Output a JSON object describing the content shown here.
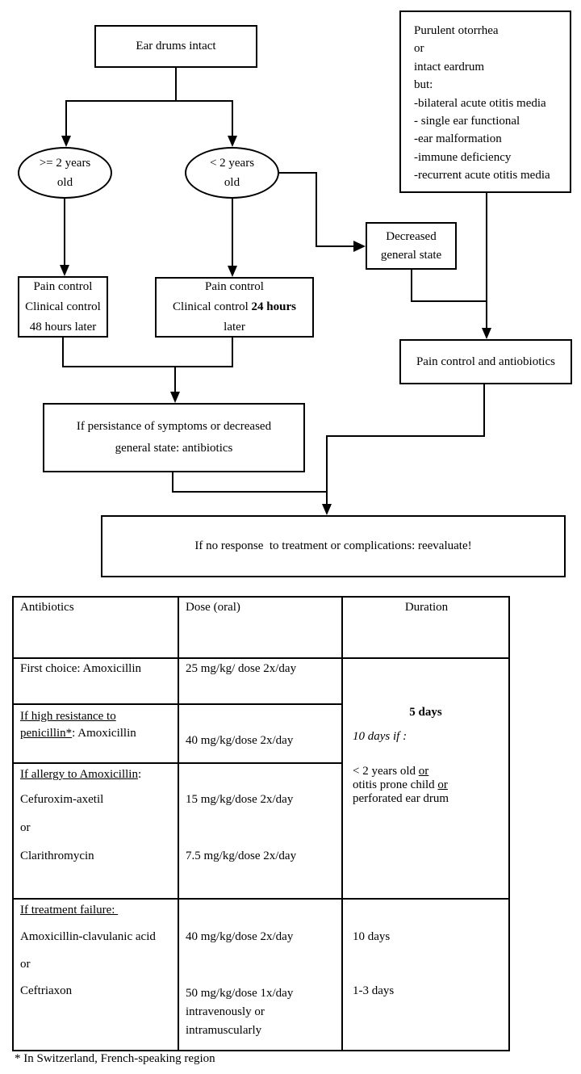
{
  "flowchart": {
    "ear_drums": "Ear drums intact",
    "purulent": {
      "lines": [
        "Purulent otorrhea",
        "or",
        "intact eardrum",
        "but:",
        "-bilateral acute otitis media",
        "- single ear functional",
        "-ear malformation",
        "-immune deficiency",
        "-recurrent acute otitis media"
      ]
    },
    "ellipse_ge2": {
      "line1": ">= 2 years",
      "line2": "old"
    },
    "ellipse_lt2": {
      "line1": "< 2 years",
      "line2": "old"
    },
    "decreased": {
      "line1": "Decreased",
      "line2": "general state"
    },
    "pain48": {
      "line1": "Pain control",
      "line2": "Clinical control",
      "line3": "48 hours later"
    },
    "pain24": {
      "line1": "Pain control",
      "line2_prefix": "Clinical control ",
      "line2_bold": "24 hours",
      "line3": "later"
    },
    "pain_antibiotics": "Pain control and antiobiotics",
    "persistance": {
      "line1": "If persistance of symptoms or decreased",
      "line2": "general state: antibiotics"
    },
    "reevaluate": "If no response  to treatment or complications: reevaluate!"
  },
  "table": {
    "headers": {
      "antibiotics": "Antibiotics",
      "dose": "Dose (oral)",
      "duration": "Duration"
    },
    "row_first_choice": {
      "label": "First choice: Amoxicillin",
      "dose": "25 mg/kg/ dose 2x/day"
    },
    "row_high_resistance": {
      "label_u_line1": "If high resistance to",
      "label_u_line2": "penicillin*",
      "label_rest": ": Amoxicillin",
      "dose": "40 mg/kg/dose 2x/day"
    },
    "row_allergy": {
      "label_u": "If allergy to Amoxicillin",
      "label_colon": ":",
      "drug1": "Cefuroxim-axetil",
      "or_word": "or",
      "drug2": "Clarithromycin",
      "dose1": "15 mg/kg/dose 2x/day",
      "dose2": "7.5 mg/kg/dose 2x/day"
    },
    "duration_merged": {
      "days5": "5 days",
      "days10_if": "10 days if :",
      "cond1": "< 2 years old ",
      "cond1_or": "or",
      "cond2": "otitis prone child ",
      "cond2_or": "or",
      "cond3": "perforated ear drum"
    },
    "row_treatment_failure": {
      "label_u": "If treatment failure: ",
      "drug1": "Amoxicillin-clavulanic acid",
      "or_word": "or",
      "drug2": "Ceftriaxon",
      "dose1": "40 mg/kg/dose 2x/day",
      "dose2_line1": "50 mg/kg/dose 1x/day",
      "dose2_line2": "intravenously or",
      "dose2_line3": "intramuscularly",
      "duration1": "10 days",
      "duration2": "1-3 days"
    }
  },
  "footnote": "* In Switzerland, French-speaking region"
}
